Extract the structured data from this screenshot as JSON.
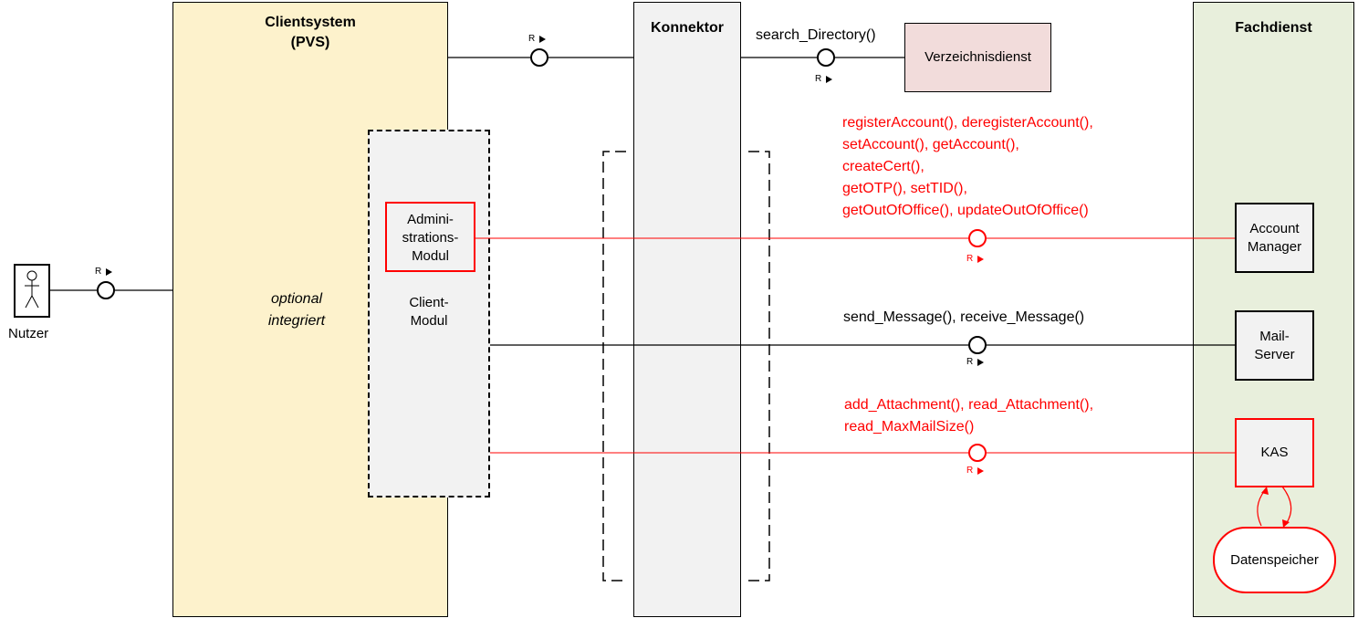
{
  "colors": {
    "clientsystem_fill": "#fdf2cc",
    "konnektor_fill": "#f2f2f2",
    "fachdienst_fill": "#e8efdc",
    "verzeichnis_fill": "#f2dcdb",
    "module_fill": "#f2f2f2",
    "red": "#ff0000",
    "black": "#000000"
  },
  "actor": {
    "label": "Nutzer",
    "icon": "user-stick-figure-icon"
  },
  "clientsystem": {
    "title_line1": "Clientsystem",
    "title_line2": "(PVS)",
    "note_line1": "optional",
    "note_line2": "integriert"
  },
  "client_modul": {
    "label_line1": "Client-",
    "label_line2": "Modul"
  },
  "admin_modul": {
    "label_line1": "Admini-",
    "label_line2": "strations-",
    "label_line3": "Modul"
  },
  "konnektor": {
    "title": "Konnektor"
  },
  "verzeichnisdienst": {
    "label": "Verzeichnisdienst",
    "function": "search_Directory()"
  },
  "fachdienst": {
    "title": "Fachdienst"
  },
  "account_manager": {
    "label_line1": "Account",
    "label_line2": "Manager"
  },
  "mail_server": {
    "label_line1": "Mail-",
    "label_line2": "Server"
  },
  "kas": {
    "label": "KAS"
  },
  "datenspeicher": {
    "label": "Datenspeicher"
  },
  "admin_functions": {
    "line1": "registerAccount(), deregisterAccount(),",
    "line2": "setAccount(), getAccount(),",
    "line3": "createCert(),",
    "line4": "getOTP(), setTID(),",
    "line5": "getOutOfOffice(), updateOutOfOffice()"
  },
  "mail_functions": {
    "line1": "send_Message(), receive_Message()"
  },
  "kas_functions": {
    "line1": "add_Attachment(), read_Attachment(),",
    "line2": "read_MaxMailSize()"
  },
  "interface_marker": "R"
}
